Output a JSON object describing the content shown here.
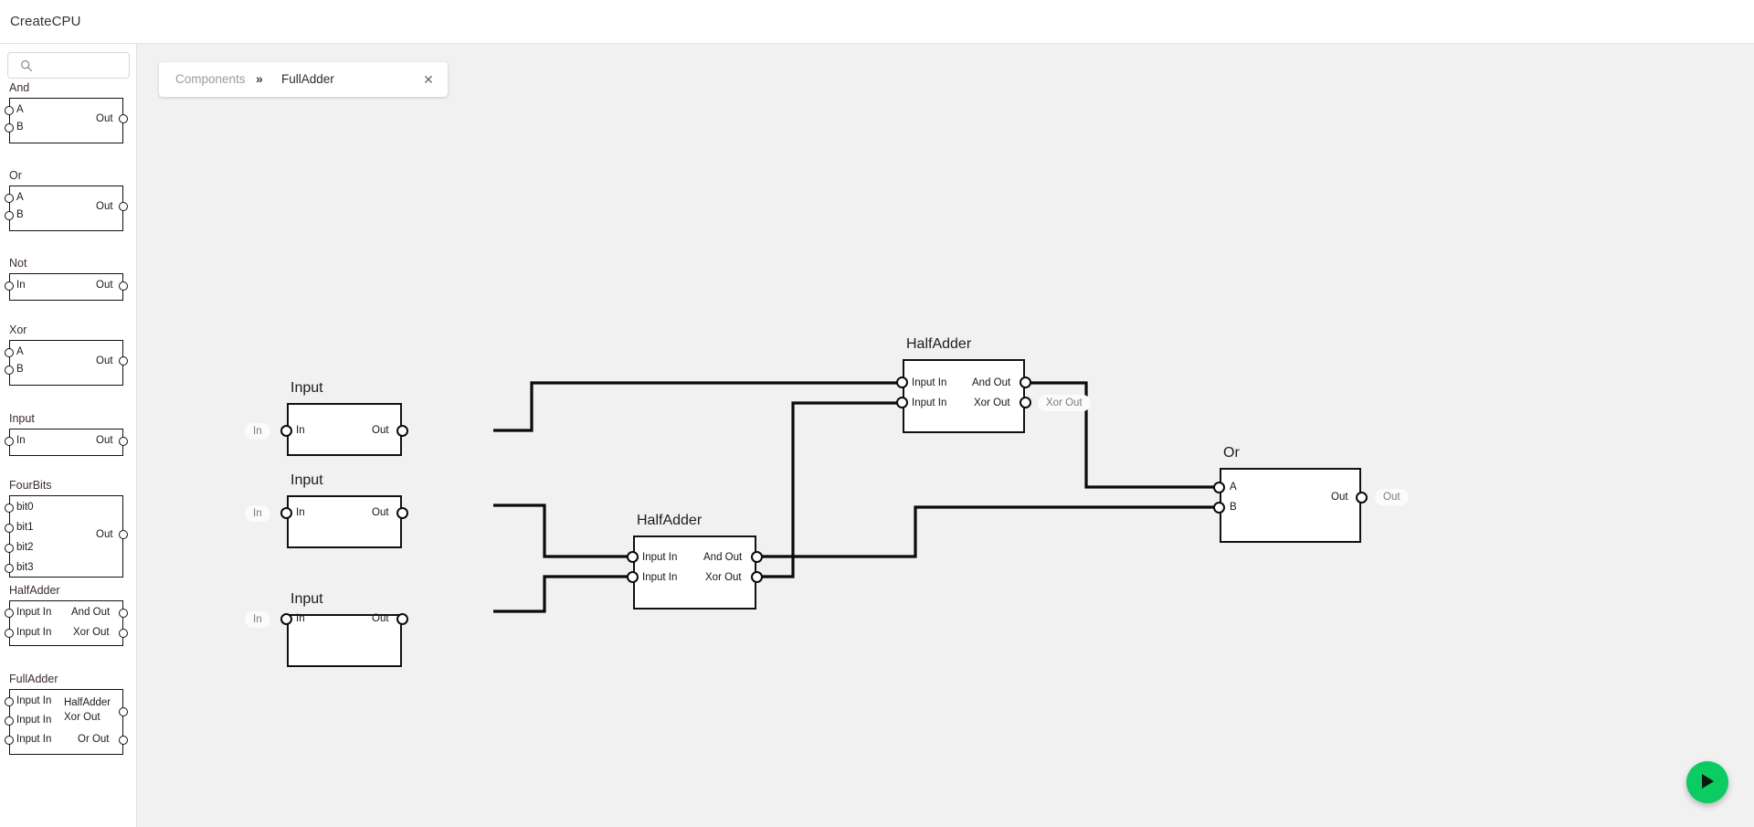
{
  "app": {
    "title": "CreateCPU"
  },
  "search": {
    "value": "",
    "placeholder": "",
    "icon": "search-icon"
  },
  "tab": {
    "root": "Components",
    "separator": "»",
    "leaf": "FullAdder",
    "close": "✕"
  },
  "run_button": {
    "label": "▶",
    "color": "#0ccb63",
    "name": "run-simulation-button"
  },
  "palette": {
    "items": [
      {
        "name": "And",
        "ports_in": [
          "A",
          "B"
        ],
        "ports_out": [
          "Out"
        ]
      },
      {
        "name": "Or",
        "ports_in": [
          "A",
          "B"
        ],
        "ports_out": [
          "Out"
        ]
      },
      {
        "name": "Not",
        "ports_in": [
          "In"
        ],
        "ports_out": [
          "Out"
        ]
      },
      {
        "name": "Xor",
        "ports_in": [
          "A",
          "B"
        ],
        "ports_out": [
          "Out"
        ]
      },
      {
        "name": "Input",
        "ports_in": [
          "In"
        ],
        "ports_out": [
          "Out"
        ]
      },
      {
        "name": "FourBits",
        "ports_in": [
          "bit0",
          "bit1",
          "bit2",
          "bit3"
        ],
        "ports_out": [
          "Out"
        ]
      },
      {
        "name": "HalfAdder",
        "ports_in": [
          "Input In",
          "Input In"
        ],
        "ports_out": [
          "And Out",
          "Xor Out"
        ]
      },
      {
        "name": "FullAdder",
        "ports_in": [
          "Input In",
          "Input In",
          "Input In"
        ],
        "ports_out": [
          "HalfAdder Xor Out",
          "Or Out"
        ]
      }
    ]
  },
  "graph": {
    "nodes": [
      {
        "id": "input1",
        "title": "Input",
        "ports_in": [
          "In"
        ],
        "ports_out": [
          "Out"
        ],
        "badge_left": "In",
        "badge_right": null
      },
      {
        "id": "input2",
        "title": "Input",
        "ports_in": [
          "In"
        ],
        "ports_out": [
          "Out"
        ],
        "badge_left": "In",
        "badge_right": null
      },
      {
        "id": "input3",
        "title": "Input",
        "ports_in": [
          "In"
        ],
        "ports_out": [
          "Out"
        ],
        "badge_left": "In",
        "badge_right": null
      },
      {
        "id": "halfadder_top",
        "title": "HalfAdder",
        "ports_in": [
          "Input In",
          "Input In"
        ],
        "ports_out": [
          "And Out",
          "Xor Out"
        ],
        "badge_left": null,
        "badge_right": "Xor Out"
      },
      {
        "id": "halfadder_bottom",
        "title": "HalfAdder",
        "ports_in": [
          "Input In",
          "Input In"
        ],
        "ports_out": [
          "And Out",
          "Xor Out"
        ],
        "badge_left": null,
        "badge_right": null
      },
      {
        "id": "or1",
        "title": "Or",
        "ports_in": [
          "A",
          "B"
        ],
        "ports_out": [
          "Out"
        ],
        "badge_left": null,
        "badge_right": "Out"
      }
    ]
  }
}
